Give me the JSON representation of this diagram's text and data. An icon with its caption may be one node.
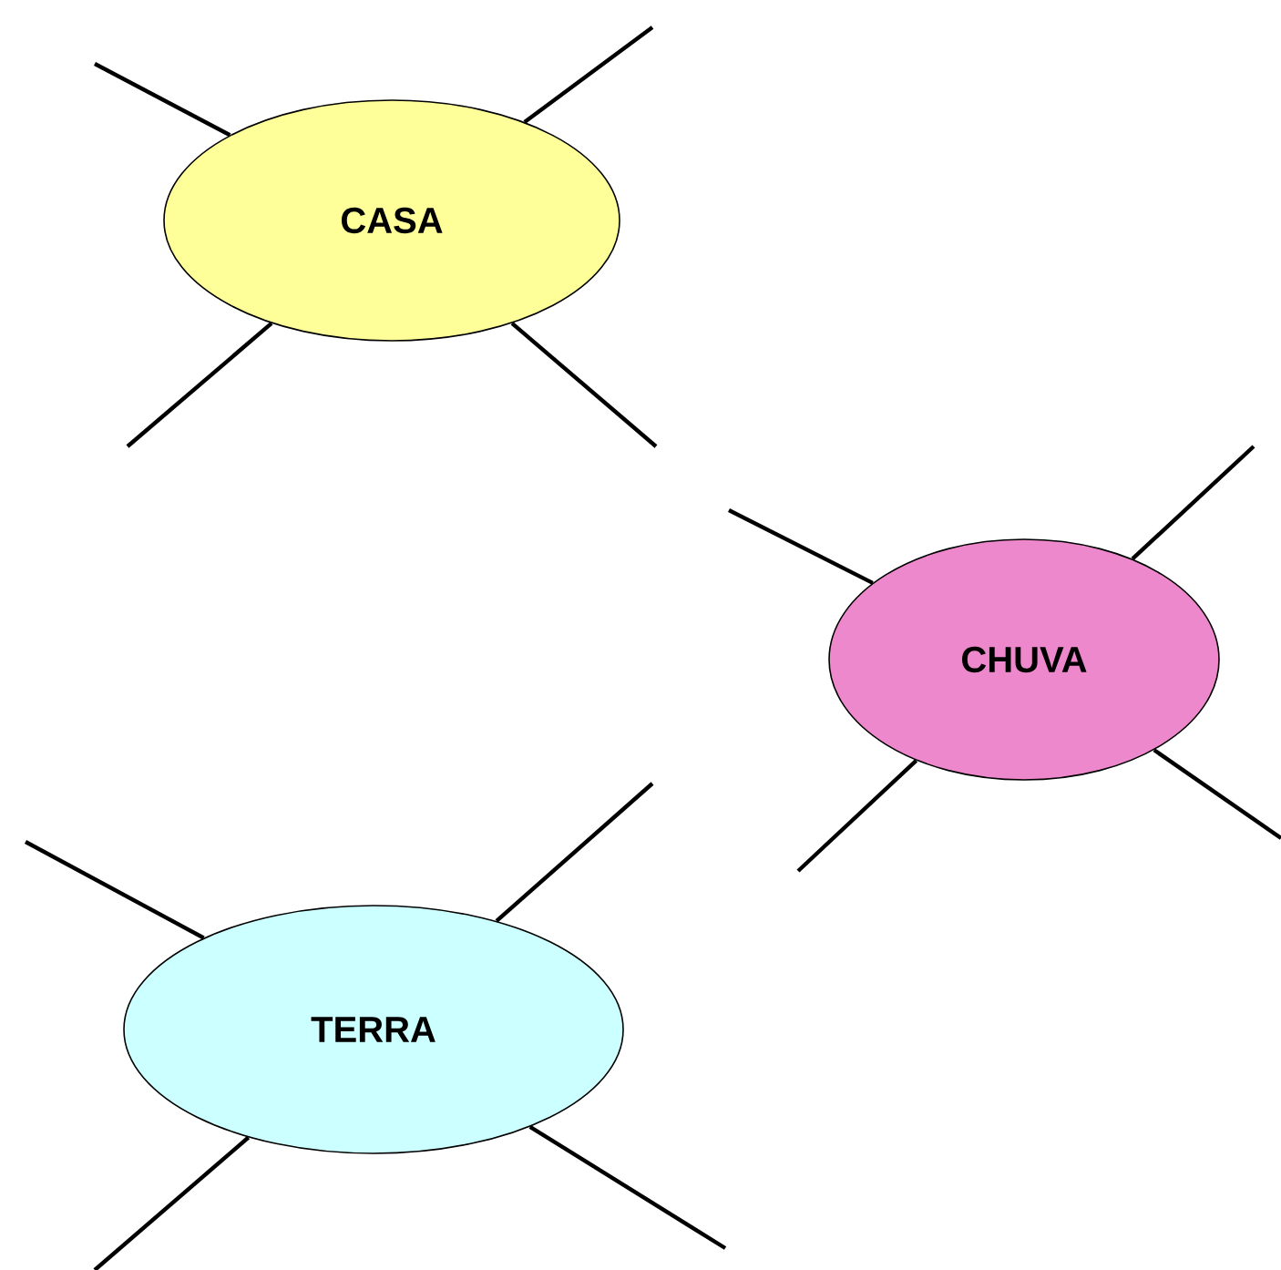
{
  "diagram": {
    "nodes": [
      {
        "text": [
          "CASA"
        ]
      },
      {
        "text": [
          "CHUVA"
        ]
      },
      {
        "text": [
          "TERRA"
        ]
      }
    ],
    "edges": [
      {
        "from": 0,
        "to": null,
        "arrow": "none"
      },
      {
        "from": 0,
        "to": null,
        "arrow": "none"
      },
      {
        "from": 0,
        "to": null,
        "arrow": "none"
      },
      {
        "from": 0,
        "to": null,
        "arrow": "none"
      },
      {
        "from": 1,
        "to": null,
        "arrow": "none"
      },
      {
        "from": 1,
        "to": null,
        "arrow": "none"
      },
      {
        "from": 1,
        "to": null,
        "arrow": "none"
      },
      {
        "from": 1,
        "to": null,
        "arrow": "none"
      },
      {
        "from": 2,
        "to": null,
        "arrow": "none"
      },
      {
        "from": 2,
        "to": null,
        "arrow": "none"
      },
      {
        "from": 2,
        "to": null,
        "arrow": "none"
      },
      {
        "from": 2,
        "to": null,
        "arrow": "none"
      }
    ]
  }
}
